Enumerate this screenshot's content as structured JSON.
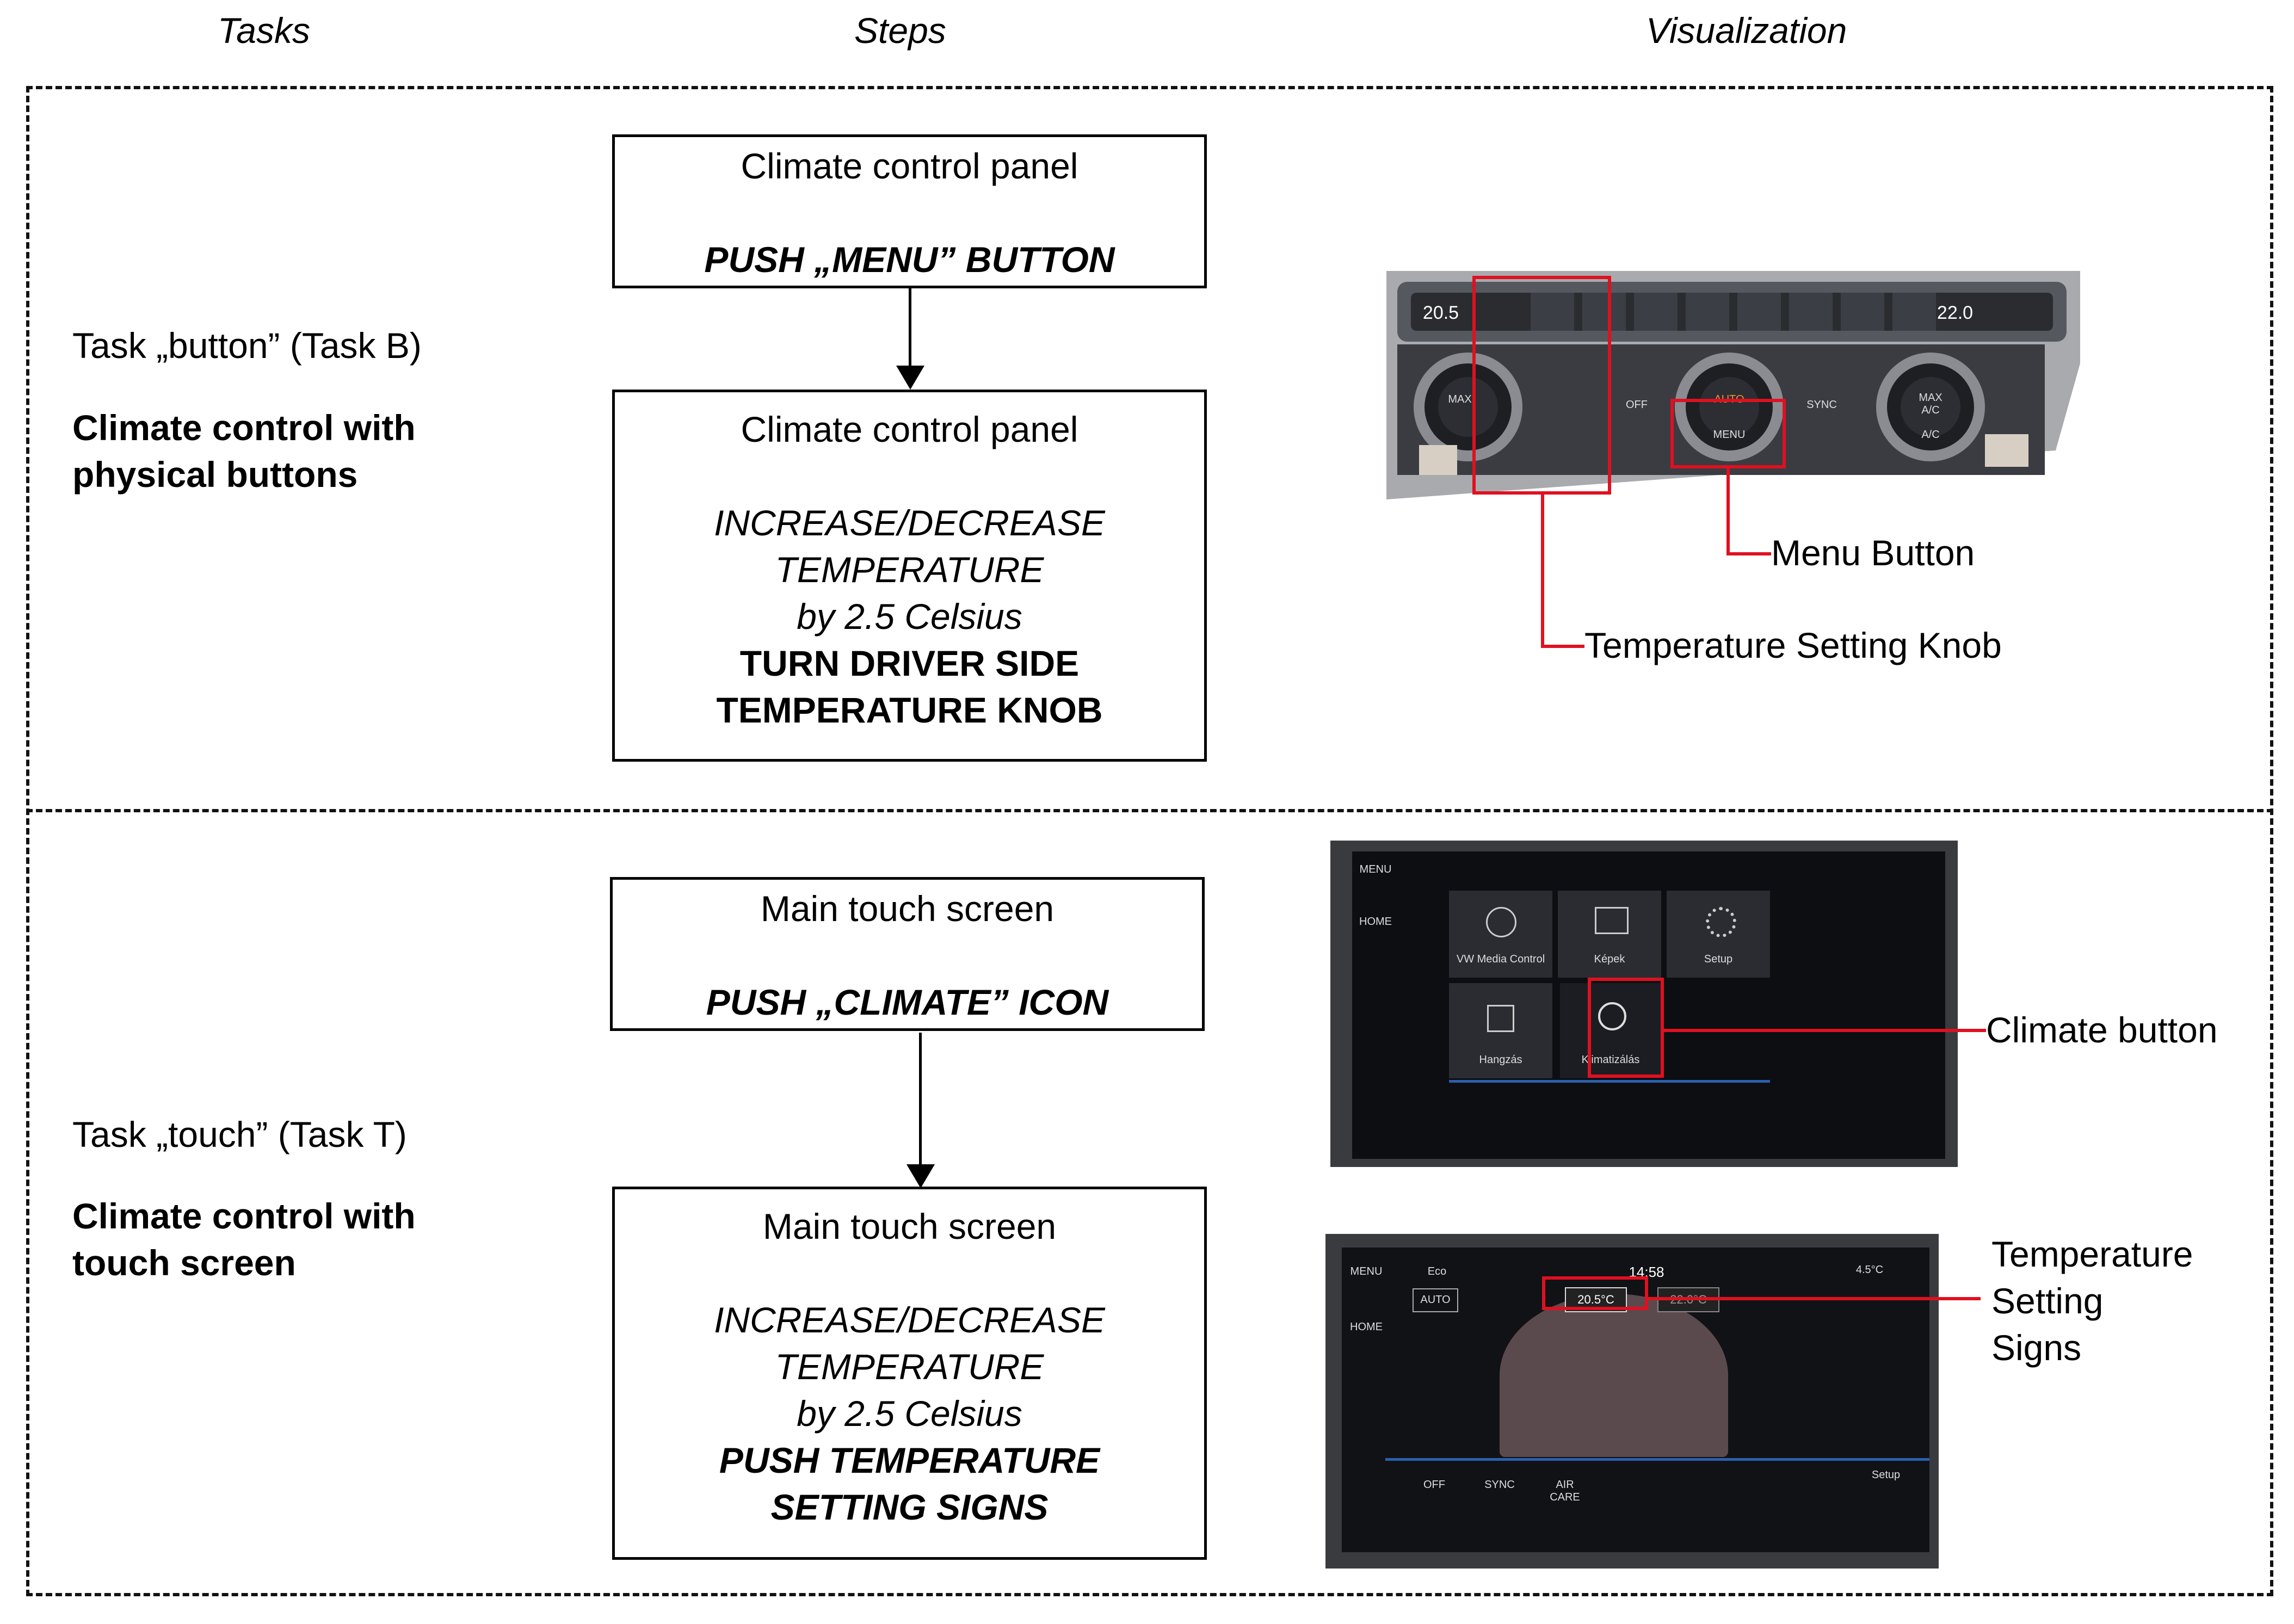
{
  "headers": {
    "tasks": "Tasks",
    "steps": "Steps",
    "visualization": "Visualization"
  },
  "task_b": {
    "title": "Task „button” (Task B)",
    "desc_line1": "Climate control with",
    "desc_line2": "physical buttons",
    "step1": {
      "title": "Climate control panel",
      "action": "PUSH „MENU” BUTTON"
    },
    "step2": {
      "title": "Climate control panel",
      "line1": "INCREASE/DECREASE",
      "line2": "TEMPERATURE",
      "line3": "by 2.5 Celsius",
      "action1": "TURN DRIVER SIDE",
      "action2": "TEMPERATURE KNOB"
    },
    "callouts": {
      "menu": "Menu Button",
      "knob": "Temperature Setting Knob"
    },
    "panel": {
      "left_temp": "20.5",
      "right_temp": "22.0",
      "off": "OFF",
      "auto": "AUTO",
      "sync": "SYNC",
      "menu": "MENU",
      "max_ac": "MAX A/C",
      "ac": "A/C",
      "max": "MAX"
    }
  },
  "task_t": {
    "title": "Task „touch” (Task T)",
    "desc_line1": "Climate control with",
    "desc_line2": "touch screen",
    "step1": {
      "title": "Main touch screen",
      "action": "PUSH „CLIMATE” ICON"
    },
    "step2": {
      "title": "Main touch screen",
      "line1": "INCREASE/DECREASE",
      "line2": "TEMPERATURE",
      "line3": "by 2.5 Celsius",
      "action1": "PUSH TEMPERATURE",
      "action2": "SETTING SIGNS"
    },
    "callouts": {
      "climate": "Climate button",
      "signs1": "Temperature",
      "signs2": "Setting",
      "signs3": "Signs"
    },
    "menu_screen": {
      "side": [
        "MENU",
        "HOME"
      ],
      "tiles": [
        "VW Media Control",
        "Képek",
        "Setup",
        "Hangzás",
        "Klimatizálás"
      ]
    },
    "climate_screen": {
      "side": [
        "MENU",
        "HOME"
      ],
      "eco": "Eco",
      "time": "14:58",
      "outside": "4.5°C",
      "auto": "AUTO",
      "temp_left": "20.5°C",
      "temp_right": "22.0°C",
      "bottom": [
        "OFF",
        "SYNC",
        "AIR CARE"
      ],
      "setup": "Setup"
    }
  }
}
